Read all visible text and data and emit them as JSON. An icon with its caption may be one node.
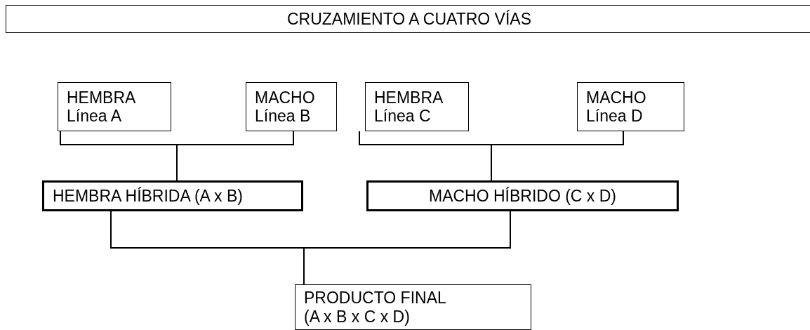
{
  "diagram": {
    "title": "CRUZAMIENTO A CUATRO VÍAS",
    "nodes": [
      {
        "text": [
          "HEMBRA",
          "Línea A"
        ]
      },
      {
        "text": [
          "MACHO",
          "Línea B"
        ]
      },
      {
        "text": [
          "HEMBRA",
          "Línea C"
        ]
      },
      {
        "text": [
          "MACHO",
          "Línea D"
        ]
      },
      {
        "text": [
          "HEMBRA HÍBRIDA (A x B)"
        ]
      },
      {
        "text": [
          "MACHO HÍBRIDO (C x D)"
        ]
      },
      {
        "text": [
          "PRODUCTO FINAL",
          "(A x B x C x D)"
        ]
      }
    ],
    "edges": [
      {
        "from": 0,
        "to": 4,
        "arrow": "none"
      },
      {
        "from": 1,
        "to": 4,
        "arrow": "none"
      },
      {
        "from": 2,
        "to": 5,
        "arrow": "none"
      },
      {
        "from": 3,
        "to": 5,
        "arrow": "none"
      },
      {
        "from": 4,
        "to": 6,
        "arrow": "none"
      },
      {
        "from": 5,
        "to": 6,
        "arrow": "none"
      }
    ]
  }
}
